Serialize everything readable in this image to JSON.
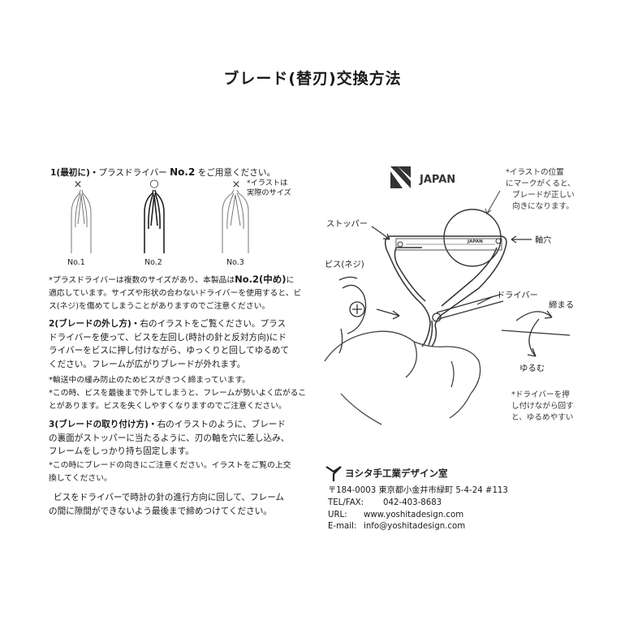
{
  "title": "ブレード(替刃)交換方法",
  "step1": {
    "heading": "1(最初に)・",
    "text": "プラスドライバー",
    "model": "No.2",
    "tail": "をご用意ください。"
  },
  "screws": [
    {
      "label": "No.1",
      "mark": "×"
    },
    {
      "label": "No.2",
      "mark": "○"
    },
    {
      "label": "No.3",
      "mark": "×"
    }
  ],
  "actual_size_note": [
    "*イラストは",
    "実際のサイズ"
  ],
  "note1": [
    "*プラスドライバーは複数のサイズがあり、本製品は",
    "No.2(中め)",
    "に",
    "適応しています。サイズや形状の合わないドライバーを使用すると、ビ",
    "ス(ネジ)を傷めてしまうことがありますのでご注意ください。"
  ],
  "step2": {
    "heading": "2(ブレードの外し方)・",
    "lines": [
      "右のイラストをご覧ください。プラス",
      "ドライバーを使って、ビスを左回し(時計の針と反対方向)にド",
      "ライバーをビスに押し付けながら、ゆっくりと回してゆるめて",
      "ください。フレームが広がりブレードが外れます。"
    ],
    "notes": [
      "*輸送中の緩み防止のためビスがきつく締まっています。",
      "*この時、ビスを最後まで外してしまうと、フレームが勢いよく広がるこ",
      "とがあります。ビスを失くしやすくなりますのでご注意ください。"
    ]
  },
  "step3": {
    "heading": "3(ブレードの取り付け方)・",
    "lines": [
      "右のイラストのように、ブレード",
      "の裏面がストッパーに当たるように、刃の軸を穴に差し込み、",
      "フレームをしっかり持ち固定します。"
    ],
    "notes": [
      "*この時にブレードの向きにご注意ください。イラストをご覧の上交",
      "換してください。"
    ]
  },
  "final": [
    "ビスをドライバーで時計の針の進行方向に回して、フレーム",
    "の間に隙間ができないよう最後まで締めつけてください。"
  ],
  "illustration": {
    "brand": "JAPAN",
    "blade_brand": "JAPAN",
    "position_note": [
      "*イラストの位置",
      "にマークがくると、",
      "ブレードが正しい",
      "向きになります。"
    ],
    "stopper": "ストッパー",
    "axis_hole": "軸穴",
    "screw": "ビス(ネジ)",
    "driver": "ドライバー",
    "tighten": "締まる",
    "loosen": "ゆるむ",
    "driver_note": [
      "*ドライバーを押",
      "し付けながら回す",
      "と、ゆるめやすい"
    ]
  },
  "company": {
    "name": "ヨシタ手工業デザイン室",
    "postal": "〒184-0003 東京都小金井市緑町 5-4-24 #113",
    "tel_label": "TEL/FAX:",
    "tel": "042-403-8683",
    "url_label": "URL:",
    "url": "www.yoshitadesign.com",
    "email_label": "E-mail:",
    "email": "info@yoshitadesign.com"
  },
  "colors": {
    "ink": "#1a1a1a",
    "line": "#555555",
    "bg": "#ffffff"
  }
}
